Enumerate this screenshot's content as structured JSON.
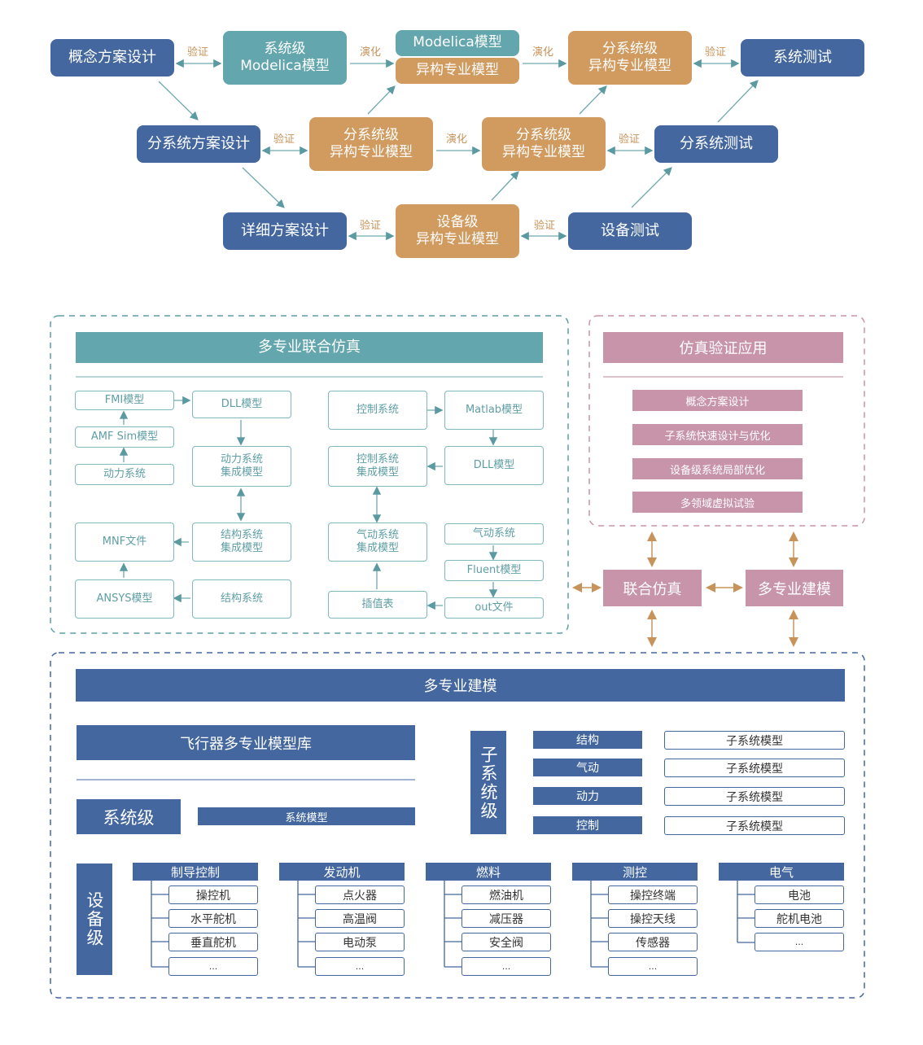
{
  "vflow": {
    "blue": {
      "concept": "概念方案设计",
      "sys_test": "系统测试",
      "sub_design": "分系统方案设计",
      "sub_test": "分系统测试",
      "detail_design": "详细方案设计",
      "dev_test": "设备测试"
    },
    "teal": {
      "sys_modelica_l1": "系统级",
      "sys_modelica_l2": "Modelica模型",
      "modelica_model": "Modelica模型"
    },
    "orange": {
      "hetero_model": "异构专业模型",
      "sub_hetero_top_l1": "分系统级",
      "sub_hetero_top_l2": "异构专业模型",
      "sub_hetero_mid1_l1": "分系统级",
      "sub_hetero_mid1_l2": "异构专业模型",
      "sub_hetero_mid2_l1": "分系统级",
      "sub_hetero_mid2_l2": "异构专业模型",
      "dev_hetero_l1": "设备级",
      "dev_hetero_l2": "异构专业模型"
    },
    "labels": {
      "verify": "验证",
      "evolve": "演化"
    }
  },
  "cosim": {
    "title": "多专业联合仿真",
    "fmi": "FMI模型",
    "amf": "AMF Sim模型",
    "power_sys": "动力系统",
    "dll1": "DLL模型",
    "power_int_l1": "动力系统",
    "power_int_l2": "集成模型",
    "struct_int_l1": "结构系统",
    "struct_int_l2": "集成模型",
    "mnf": "MNF文件",
    "ansys": "ANSYS模型",
    "struct_sys": "结构系统",
    "ctrl_sys": "控制系统",
    "matlab": "Matlab模型",
    "ctrl_int_l1": "控制系统",
    "ctrl_int_l2": "集成模型",
    "dll2": "DLL模型",
    "aero_int_l1": "气动系统",
    "aero_int_l2": "集成模型",
    "aero_sys": "气动系统",
    "fluent": "Fluent模型",
    "out_file": "out文件",
    "interp": "插值表"
  },
  "simapp": {
    "title": "仿真验证应用",
    "items": [
      "概念方案设计",
      "子系统快速设计与优化",
      "设备级系统局部优化",
      "多领域虚拟试验"
    ]
  },
  "hub": {
    "joint_sim": "联合仿真",
    "multi_model": "多专业建模"
  },
  "modeling": {
    "title": "多专业建模",
    "library": "飞行器多专业模型库",
    "system_level": "系统级",
    "system_model": "系统模型",
    "subsystem_level": "子系统级",
    "subsystems": [
      {
        "name": "结构",
        "model": "子系统模型"
      },
      {
        "name": "气动",
        "model": "子系统模型"
      },
      {
        "name": "动力",
        "model": "子系统模型"
      },
      {
        "name": "控制",
        "model": "子系统模型"
      }
    ],
    "device_level": "设备级",
    "categories": [
      {
        "name": "制导控制",
        "items": [
          "操控机",
          "水平舵机",
          "垂直舵机",
          "..."
        ]
      },
      {
        "name": "发动机",
        "items": [
          "点火器",
          "高温阀",
          "电动泵",
          "..."
        ]
      },
      {
        "name": "燃料",
        "items": [
          "燃油机",
          "减压器",
          "安全阀",
          "..."
        ]
      },
      {
        "name": "测控",
        "items": [
          "操控终端",
          "操控天线",
          "传感器",
          "..."
        ]
      },
      {
        "name": "电气",
        "items": [
          "电池",
          "舵机电池",
          "..."
        ]
      }
    ]
  }
}
